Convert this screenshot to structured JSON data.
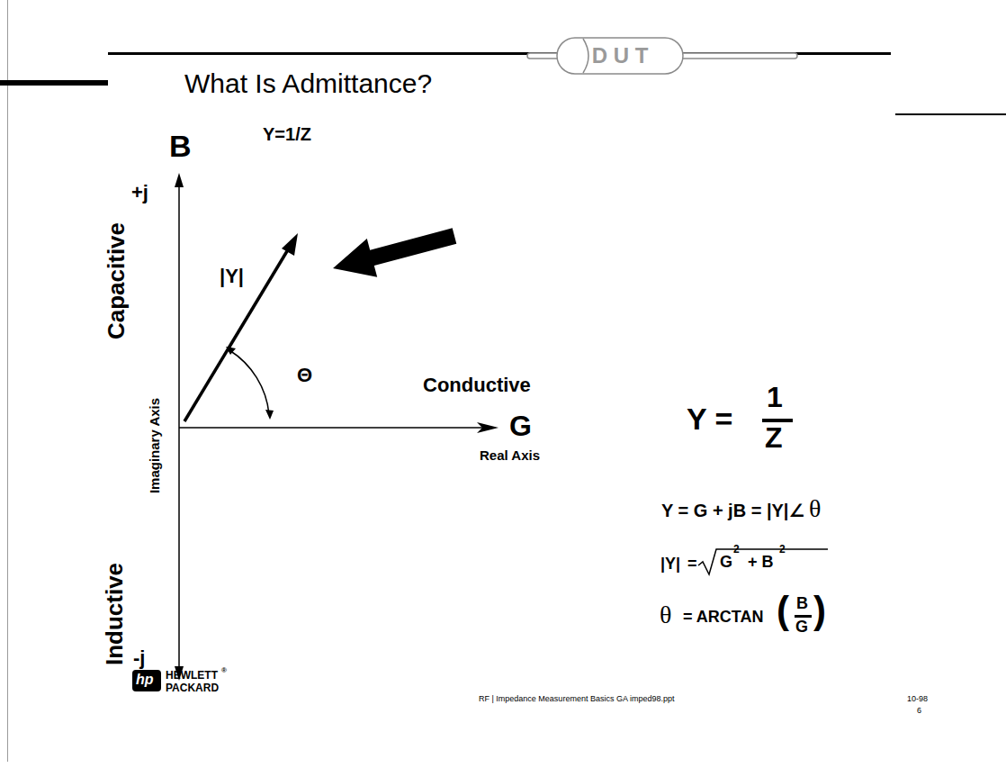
{
  "diagram": {
    "title": "What Is Admittance?",
    "nodes": [
      {
        "text": [
          "D U T"
        ]
      }
    ],
    "labels": [
      "B",
      "Y=1/Z",
      "+j",
      "|Y|",
      "Capacitive",
      "Imaginary Axis",
      "Θ",
      "Conductive",
      "G",
      "Real Axis",
      "Inductive",
      "-j",
      "Y =",
      "1",
      "Z",
      "Y = G + jB = |Y|∠",
      "θ",
      "|Y|",
      "=",
      "G",
      "2",
      "+ B",
      "2",
      "θ",
      "= ARCTAN",
      "(",
      "B",
      "G",
      ")",
      "hp",
      "HEWLETT",
      "®",
      "PACKARD",
      "RF | Impedance Measurement Basics GA imped98.ppt",
      "10-98",
      "6"
    ]
  }
}
